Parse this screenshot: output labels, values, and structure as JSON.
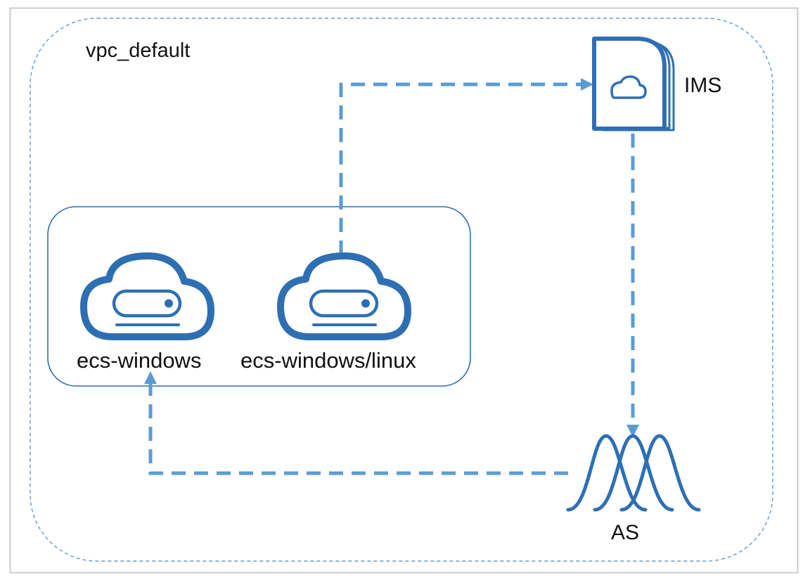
{
  "diagram": {
    "vpc": {
      "label": "vpc_default"
    },
    "nodes": {
      "ims": {
        "label": "IMS",
        "icon": "image-service-icon"
      },
      "ecs_windows": {
        "label": "ecs-windows",
        "icon": "cloud-server-icon"
      },
      "ecs_windows_linux": {
        "label": "ecs-windows/linux",
        "icon": "cloud-server-icon"
      },
      "as": {
        "label": "AS",
        "icon": "auto-scaling-icon"
      }
    },
    "edges": [
      {
        "from": "ecs-windows/linux",
        "to": "IMS",
        "style": "dashed"
      },
      {
        "from": "IMS",
        "to": "AS",
        "style": "dashed"
      },
      {
        "from": "AS",
        "to": "ecs-windows",
        "style": "dashed"
      }
    ],
    "colors": {
      "primary": "#2e6fb4",
      "connector": "#5b9bd5",
      "frame": "#cccccc",
      "group_border": "#2e6fb4"
    }
  }
}
